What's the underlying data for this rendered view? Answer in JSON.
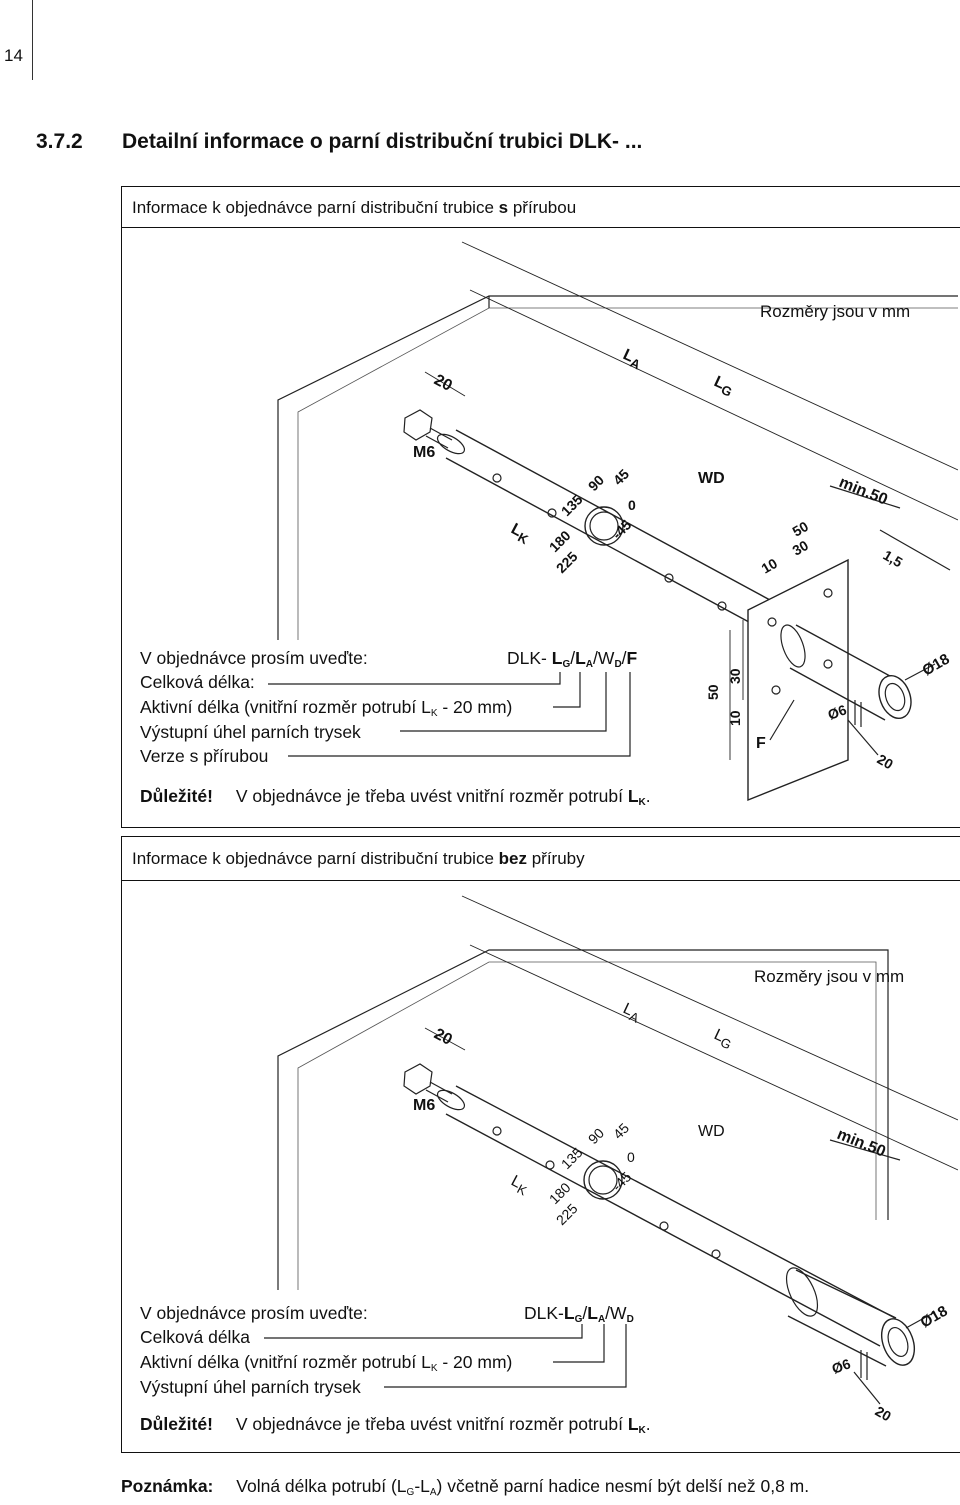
{
  "page": {
    "number": "14"
  },
  "heading": {
    "number": "3.7.2",
    "title": "Detailní informace o parní distribuční trubici DLK- ..."
  },
  "section_flange": {
    "title_prefix": "Informace k objednávce parní distribuční trubice ",
    "title_bold": "s",
    "title_suffix": " přírubou",
    "dimensions_note": "Rozměry jsou v mm",
    "labels": {
      "L": "L",
      "A": "A",
      "G": "G",
      "K": "K",
      "dim20": "20",
      "M6": "M6",
      "WD": "WD",
      "min50": "min.50",
      "a135": "135",
      "a90": "90",
      "a45": "45",
      "a0": "0",
      "a_45": "-45",
      "a180": "180",
      "a225": "225",
      "d50": "50",
      "d30": "30",
      "d10": "10",
      "d1_5": "1,5",
      "v50": "50",
      "v30": "30",
      "v10": "10",
      "F": "F",
      "o6": "Ø6",
      "o18": "Ø18",
      "b20": "20"
    },
    "order": {
      "intro": "V objednávce prosím uveďte:",
      "code_prefix": "DLK- ",
      "code_LG": "L",
      "code_G": "G",
      "slash1": "/",
      "code_LA": "L",
      "code_A": "A",
      "slash2": "/",
      "code_W": "W",
      "code_D": "D",
      "slash3": "/",
      "code_F": "F",
      "line1": "Celková délka:",
      "line2_prefix": "Aktivní délka (vnitřní rozměr potrubí L",
      "line2_sub": "K",
      "line2_suffix": " - 20 mm)",
      "line3": "Výstupní úhel parních trysek",
      "line4": "Verze s přírubou"
    },
    "important": {
      "label": "Důležité!",
      "text": "V objednávce je třeba uvést vnitřní rozměr potrubí ",
      "LK_L": "L",
      "LK_K": "K",
      "end": "."
    }
  },
  "section_noflange": {
    "title_prefix": "Informace k objednávce parní distribuční trubice ",
    "title_bold": "bez",
    "title_suffix": " příruby",
    "dimensions_note": "Rozměry jsou v mm",
    "labels": {
      "L": "L",
      "A": "A",
      "G": "G",
      "K": "K",
      "dim20": "20",
      "M6": "M6",
      "WD": "WD",
      "min50": "min.50",
      "a135": "135",
      "a90": "90",
      "a45": "45",
      "a0": "0",
      "a_45": "-45",
      "a180": "180",
      "a225": "225",
      "o6": "Ø6",
      "o18": "Ø18",
      "b20": "20"
    },
    "order": {
      "intro": "V objednávce prosím uveďte:",
      "code_prefix": "DLK-",
      "code_LG": "L",
      "code_G": "G",
      "slash1": "/",
      "code_LA": "L",
      "code_A": "A",
      "slash2": "/",
      "code_W": "W",
      "code_D": "D",
      "line1": "Celková délka",
      "line2_prefix": "Aktivní délka (vnitřní rozměr potrubí L",
      "line2_sub": "K",
      "line2_suffix": " - 20 mm)",
      "line3": "Výstupní úhel parních trysek"
    },
    "important": {
      "label": "Důležité!",
      "text": "V objednávce je třeba uvést vnitřní rozměr potrubí ",
      "LK_L": "L",
      "LK_K": "K",
      "end": "."
    }
  },
  "note": {
    "label": "Poznámka:",
    "text_prefix": "Volná délka potrubí  (L",
    "sub1": "G",
    "dash": "-L",
    "sub2": "A",
    "text_suffix": ") včetně parní hadice nesmí být delší než 0,8 m."
  }
}
